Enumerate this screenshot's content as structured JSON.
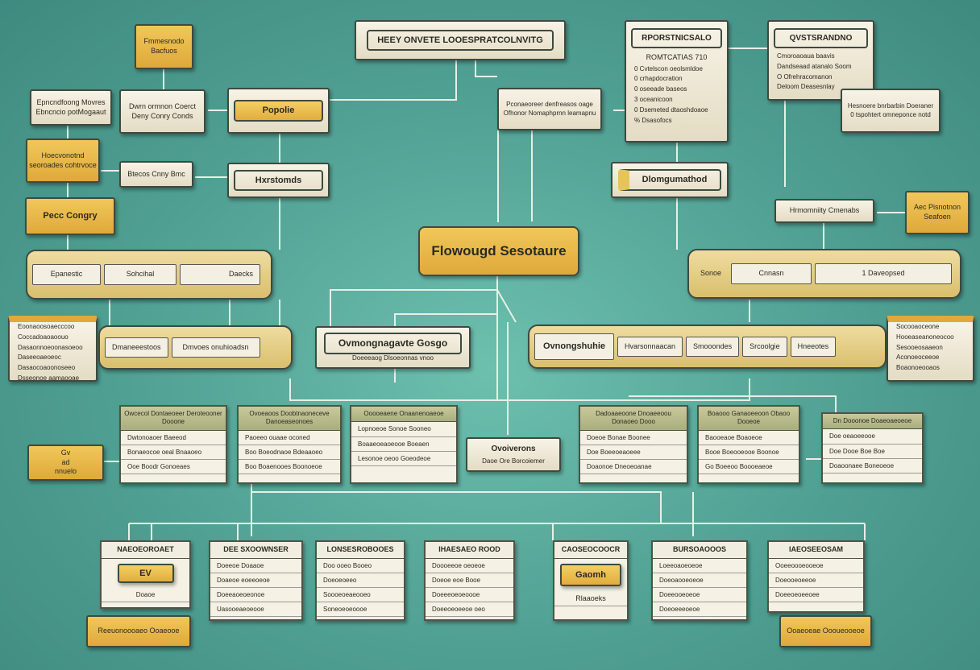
{
  "title": "HEEY ONVETE LOOESPRATCOLNVITG",
  "center": "Flowougd Sesotaure",
  "top": {
    "n1": "Fmmesnodo Bacfuos",
    "n2": [
      "Epncndfoong Movres",
      "Ebncncio potMogaaut"
    ],
    "n3": [
      "Dwrn ormnon Coerct",
      "Deny Conry Conds"
    ],
    "n4": "Popolie",
    "n6": "Hoecvonotnd seoroades cohtrvoce",
    "n7": "Btecos Cnny Bmc",
    "n8": "Hxrstomds",
    "n9": "Pecc Congry",
    "n10": {
      "head": "RPORSTNICSALO",
      "sub": "ROMTCATIAS 710",
      "items": [
        "0 Cvtelscon oeolsmldoe",
        "0 crhapdocration",
        "0 oseeade baseos",
        "3 oceanicoon",
        "0 Dsemeted dtaoshdoaoe",
        "% Dsasofocs"
      ]
    },
    "n11": [
      "Pconaeoreer denfreasos oage",
      "Ofhonor Nomaphprnn leamapnu"
    ],
    "n12": {
      "head": "QVSTSRANDNO",
      "items": [
        "Cmoroaoaua baavis",
        "Dandseaad atanalo Soom",
        "O Ofrehracomanon",
        "Deloom Deasesnlay"
      ]
    },
    "n13": [
      "Hesnoere bnrbarbin Doeraner",
      "0 tspohtert omneponce notd"
    ],
    "n14": "Dlomgumathod",
    "n15": "Hrmomniity Cmenabs",
    "n16": "Aec Pisnotnon Seafoen"
  },
  "mid": {
    "leftbar": [
      "Epanestic",
      "Sohcihal",
      "Daecks"
    ],
    "rightbar": [
      "Sonoe",
      "Cnnasn",
      "1 Daveopsed"
    ],
    "leftlist": [
      "Eoonaoosoaecccoo",
      "Coccadoaoaoouo",
      "Dasaonnoeoonasoeoo",
      "Daseeoaeoeoc",
      "Dasaocoaoonoseeo",
      "Dsseonoe aamaooae"
    ],
    "bar2": [
      "Dmaneeestoos",
      "Dmvoes onuhioadsn"
    ],
    "hub_left": {
      "title": "Ovmongnagavte Gosgo",
      "sub": "Doeeeaog Dlsoeonnas vnoo"
    },
    "hub_right": [
      "Ovnongshuhie",
      "Hvarsonnaacan",
      "Smooondes",
      "Srcoolgie",
      "Hneeotes"
    ],
    "rightlist": [
      "Socooaoceone",
      "Hooeaseanoneocoo",
      "Sesooeosaaeon",
      "Aconoeoceeoe",
      "Boaonoeooaos"
    ]
  },
  "row3": {
    "tag": [
      "Gv",
      "ad",
      "nnuelo"
    ],
    "cards": [
      {
        "head": "Owcecol Dontaeoeer Deroteooner Dooone",
        "lines": [
          "Dwtonoaoer Baeeod",
          "Bonaeocoe oeal Bnaaoeo",
          "Ooe Boodr Gonoeaes"
        ]
      },
      {
        "head": "Ovoeaoos Doobtnaoneceve Danoeaseonoes",
        "lines": [
          "Paoeeo ouaae oconed",
          "Boo Boeodnaoe Bdeaaoeo",
          "Boo Boaenooes Boonoeoe"
        ]
      },
      {
        "head": "Ooooeaene Onaanenoaeoe",
        "lines": [
          "Lopnoeoe Sonoe Sooneo",
          "Boaaeoeaoeooe Boeaen",
          "Lesonoe oeoo Goeodeoe"
        ]
      },
      {
        "head": "Dadoaaeoone Dnoaeeoou Donaoeo Dooo",
        "lines": [
          "Doeoe Bonae Boonee",
          "Doe Boeeoeaoeee",
          "Doaonoe Dneoeoanae"
        ]
      },
      {
        "head": "Boaooo Ganaoeeoon Obaoo Dooeoe",
        "lines": [
          "Baooeaoe Boaoeoe",
          "Booe Boeooeooe Boonoe",
          "Go Boeeoo Boooeaeoe"
        ]
      },
      {
        "head": "Dn Dooonoe Doaeoaeoeoe",
        "lines": [
          "Doe oeaoeeooe",
          "Doe Dooe Boe Boe",
          "Doaoonaee Boneoeoe"
        ]
      }
    ],
    "center": {
      "title": "Ovoiverons",
      "sub": "Daoe Ore Borcoiemer"
    }
  },
  "row4": {
    "cards": [
      {
        "head": "NAEOEOROAET",
        "box": "EV",
        "sub": "Doaoe"
      },
      {
        "head": "DEE SXOOWNSER",
        "lines": [
          "Doeeoe Doaaoe",
          "Doaeoe eoeeoeoe",
          "Doeeaoeoeonoe",
          "Uasooeaeoeooe"
        ]
      },
      {
        "head": "LONSESROBOOES",
        "lines": [
          "Doo ooeo Booeo",
          "Doeoeoeeo",
          "Soooeoeaeooeo",
          "Soneoeoeoooe"
        ]
      },
      {
        "head": "IHAESAEO ROOD",
        "lines": [
          "Doooeeoe oeoeoe",
          "Doeoe eoe Booe",
          "Doeeeoeoeoooe",
          "Doeeoeoeeoe oeo"
        ]
      },
      {
        "head": "CAOSEOCOOCR",
        "box": "Gaomh",
        "sub": "Rlaaoeks"
      },
      {
        "head": "BURSOAOOOS",
        "lines": [
          "Loeeoaoeoeoe",
          "Doeoaooeoeoe",
          "Doeeooeoeoe",
          "Doeoeeeoeoe"
        ]
      },
      {
        "head": "IAEOSEEOSAM",
        "lines": [
          "Ooeeoooeooeoe",
          "Doeooeoeeoe",
          "Doeeoeoeeoee"
        ]
      }
    ],
    "tag_left": "Reeuonoooaeo Ooaeooe",
    "tag_right": "Ooaeoeae Oooueooeoe"
  }
}
